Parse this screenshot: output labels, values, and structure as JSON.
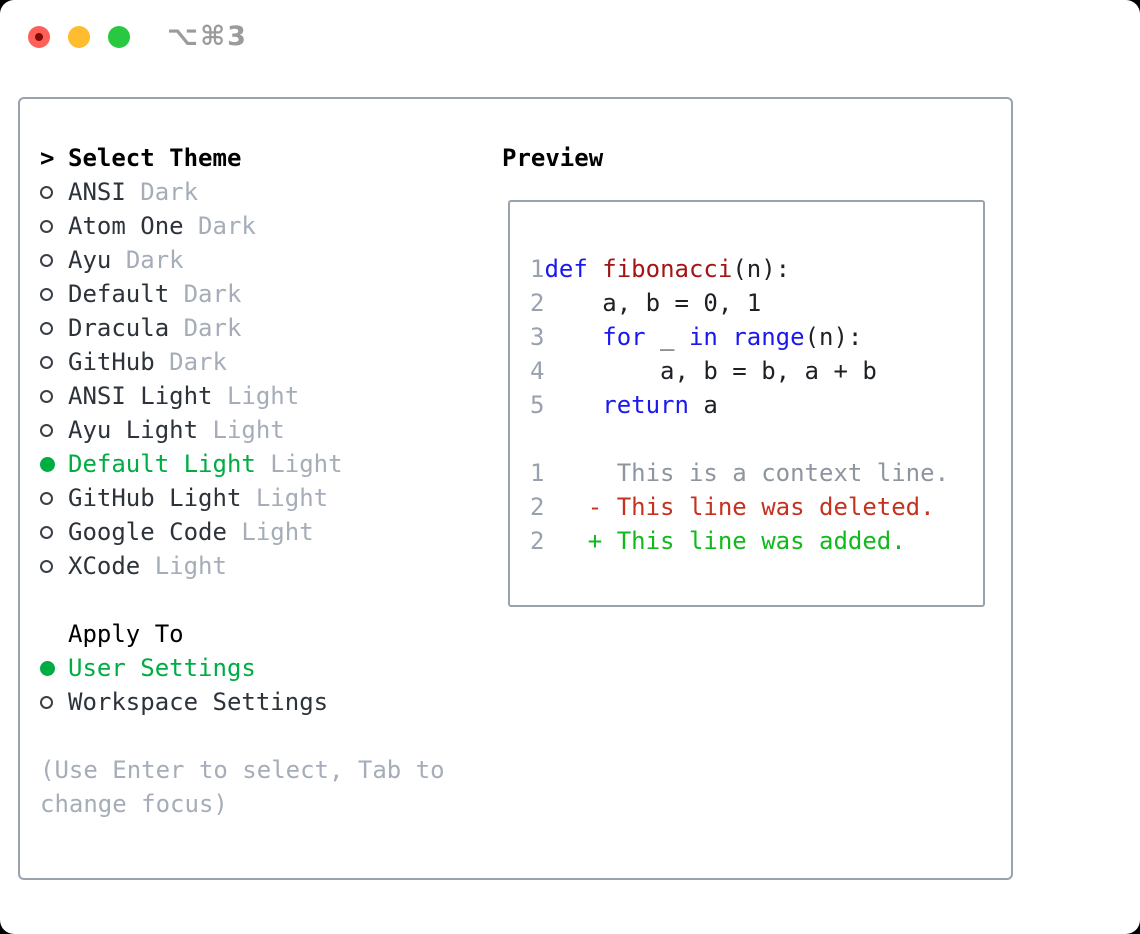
{
  "window": {
    "shortcut": "⌥⌘3"
  },
  "theme_menu": {
    "title_marker": ">",
    "title": "Select Theme",
    "items": [
      {
        "name": "ANSI",
        "variant": "Dark",
        "selected": false
      },
      {
        "name": "Atom One",
        "variant": "Dark",
        "selected": false
      },
      {
        "name": "Ayu",
        "variant": "Dark",
        "selected": false
      },
      {
        "name": "Default",
        "variant": "Dark",
        "selected": false
      },
      {
        "name": "Dracula",
        "variant": "Dark",
        "selected": false
      },
      {
        "name": "GitHub",
        "variant": "Dark",
        "selected": false
      },
      {
        "name": "ANSI Light",
        "variant": "Light",
        "selected": false
      },
      {
        "name": "Ayu Light",
        "variant": "Light",
        "selected": false
      },
      {
        "name": "Default Light",
        "variant": "Light",
        "selected": true
      },
      {
        "name": "GitHub Light",
        "variant": "Light",
        "selected": false
      },
      {
        "name": "Google Code",
        "variant": "Light",
        "selected": false
      },
      {
        "name": "XCode",
        "variant": "Light",
        "selected": false
      }
    ]
  },
  "apply_to": {
    "title": "Apply To",
    "options": [
      {
        "label": "User Settings",
        "selected": true
      },
      {
        "label": "Workspace Settings",
        "selected": false
      }
    ]
  },
  "help_text": "(Use Enter to select, Tab to change focus)",
  "preview": {
    "title": "Preview",
    "code_lines": [
      {
        "num": "1",
        "tokens": [
          [
            "def",
            "keyword"
          ],
          [
            " "
          ],
          [
            "fibonacci",
            "function"
          ],
          [
            "(n):"
          ]
        ]
      },
      {
        "num": "2",
        "tokens": [
          [
            "    a, b = 0, 1"
          ]
        ]
      },
      {
        "num": "3",
        "tokens": [
          [
            "    "
          ],
          [
            "for",
            "keyword"
          ],
          [
            " _ "
          ],
          [
            "in",
            "keyword"
          ],
          [
            " "
          ],
          [
            "range",
            "keyword"
          ],
          [
            "(n):"
          ]
        ]
      },
      {
        "num": "4",
        "tokens": [
          [
            "        a, b = b, a + b"
          ]
        ]
      },
      {
        "num": "5",
        "tokens": [
          [
            "    "
          ],
          [
            "return",
            "keyword"
          ],
          [
            " a"
          ]
        ]
      }
    ],
    "diff_lines": [
      {
        "num": "1",
        "kind": "context",
        "text": "     This is a context line."
      },
      {
        "num": "2",
        "kind": "deleted",
        "text": "   - This line was deleted."
      },
      {
        "num": "2",
        "kind": "added",
        "text": "   + This line was added."
      }
    ]
  },
  "colors": {
    "selected_green": "#00ad43",
    "diff_added_green": "#12b91d",
    "diff_deleted_red": "#c5331f",
    "keyword_blue": "#1a18ef",
    "function_red": "#a31515",
    "text_dark": "#2d333a",
    "code_text": "#1d2126",
    "muted_gray": "#a5adb9",
    "line_number_gray": "#98a1ad",
    "context_gray": "#8d959f",
    "panel_border": "#9aa2ae",
    "titlebar_shortcut": "#9b9b9b",
    "traffic_red": "#ff5f57",
    "traffic_red_dot": "#820a0a",
    "traffic_yellow": "#febc2e",
    "traffic_green": "#28c840"
  }
}
